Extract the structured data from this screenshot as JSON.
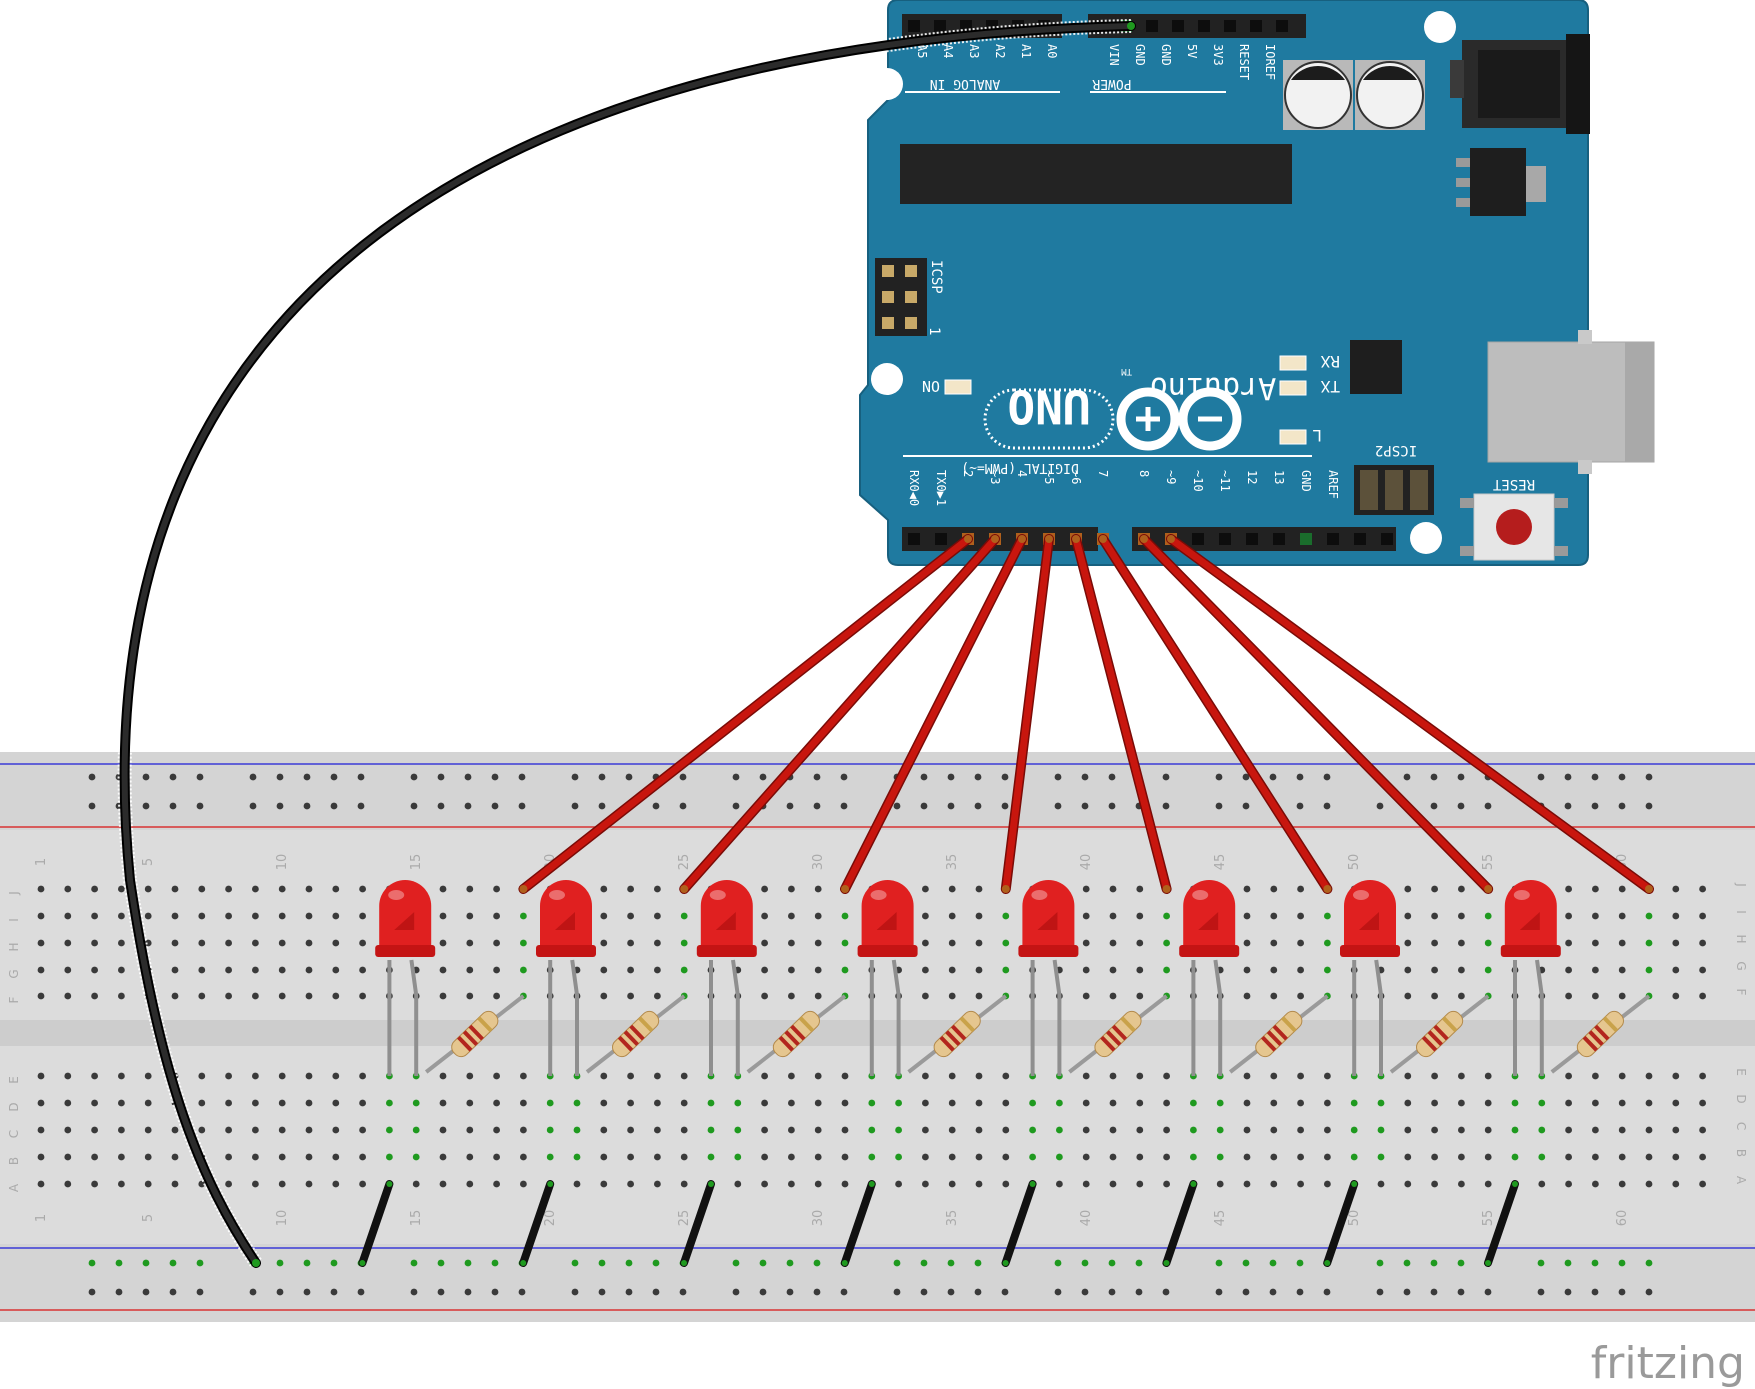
{
  "app": {
    "watermark": "fritzing"
  },
  "colors": {
    "board": "#1f7aa0",
    "breadboard": "#dcdcdc",
    "wire_signal": "#c8160e",
    "wire_ground": "#222222",
    "led": "#e02020",
    "rail_blue": "#3b3bd6",
    "rail_red": "#d83333",
    "connected_hole": "#1f9a1f"
  },
  "arduino": {
    "model": "UNO",
    "brand": "Arduino",
    "trademark": "TM",
    "labels": {
      "analog_in": "ANALOG IN",
      "power": "POWER",
      "digital": "DIGITAL (PWM=~)",
      "icsp": "ICSP",
      "icsp2": "ICSP2",
      "reset": "RESET",
      "on": "ON",
      "rx": "RX",
      "tx": "TX",
      "l": "L",
      "icsp_pin1": "1"
    },
    "power_pins": [
      "IOREF",
      "RESET",
      "3V3",
      "5V",
      "GND",
      "GND",
      "VIN"
    ],
    "analog_pins": [
      "A0",
      "A1",
      "A2",
      "A3",
      "A4",
      "A5"
    ],
    "digital_pins_low": [
      "RX0◀0",
      "TX0▶1",
      "2",
      "~3",
      "4",
      "~5",
      "~6",
      "7"
    ],
    "digital_pins_high": [
      "8",
      "~9",
      "~10",
      "~11",
      "12",
      "13",
      "GND",
      "AREF"
    ]
  },
  "breadboard": {
    "row_letters_top": [
      "J",
      "I",
      "H",
      "G",
      "F"
    ],
    "row_letters_bottom": [
      "E",
      "D",
      "C",
      "B",
      "A"
    ],
    "column_numbers": [
      "1",
      "5",
      "10",
      "15",
      "20",
      "25",
      "30",
      "35",
      "40",
      "45",
      "50",
      "55",
      "60"
    ]
  },
  "circuit": {
    "led_count": 8,
    "led_columns": [
      15,
      21,
      27,
      33,
      39,
      45,
      51,
      57
    ],
    "signal_pins": [
      "2",
      "~3",
      "4",
      "~5",
      "~6",
      "7",
      "8",
      "~9"
    ],
    "ground_pin": "GND"
  }
}
